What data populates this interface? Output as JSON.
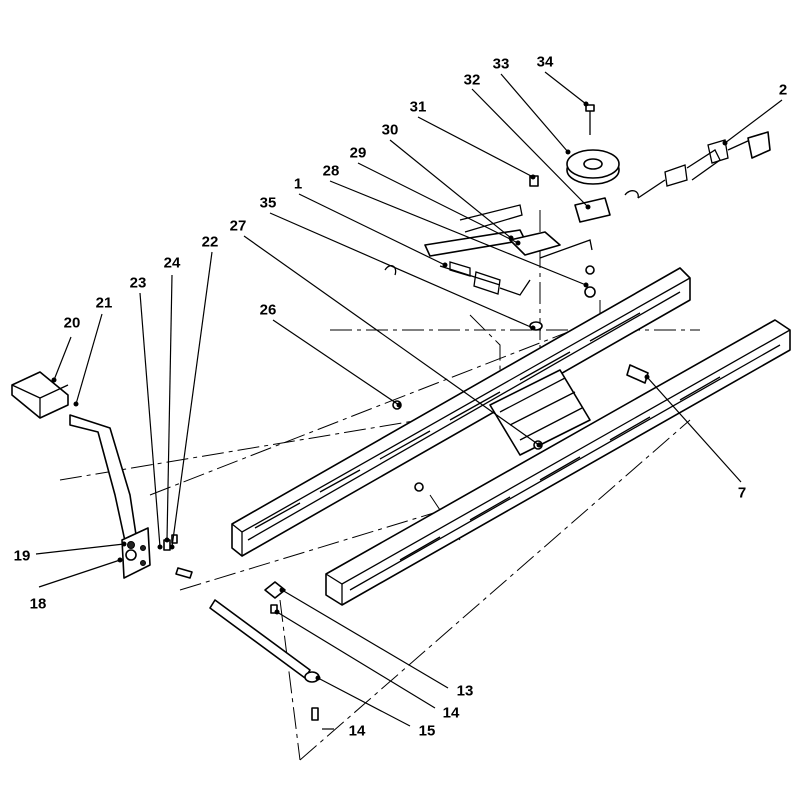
{
  "labels": {
    "p1": "1",
    "p2": "2",
    "p7": "7",
    "p13": "13",
    "p14a": "14",
    "p14b": "14",
    "p15": "15",
    "p18": "18",
    "p19": "19",
    "p20": "20",
    "p21": "21",
    "p22": "22",
    "p23": "23",
    "p24": "24",
    "p26": "26",
    "p27": "27",
    "p28": "28",
    "p29": "29",
    "p30": "30",
    "p31": "31",
    "p32": "32",
    "p33": "33",
    "p34": "34",
    "p35": "35"
  }
}
